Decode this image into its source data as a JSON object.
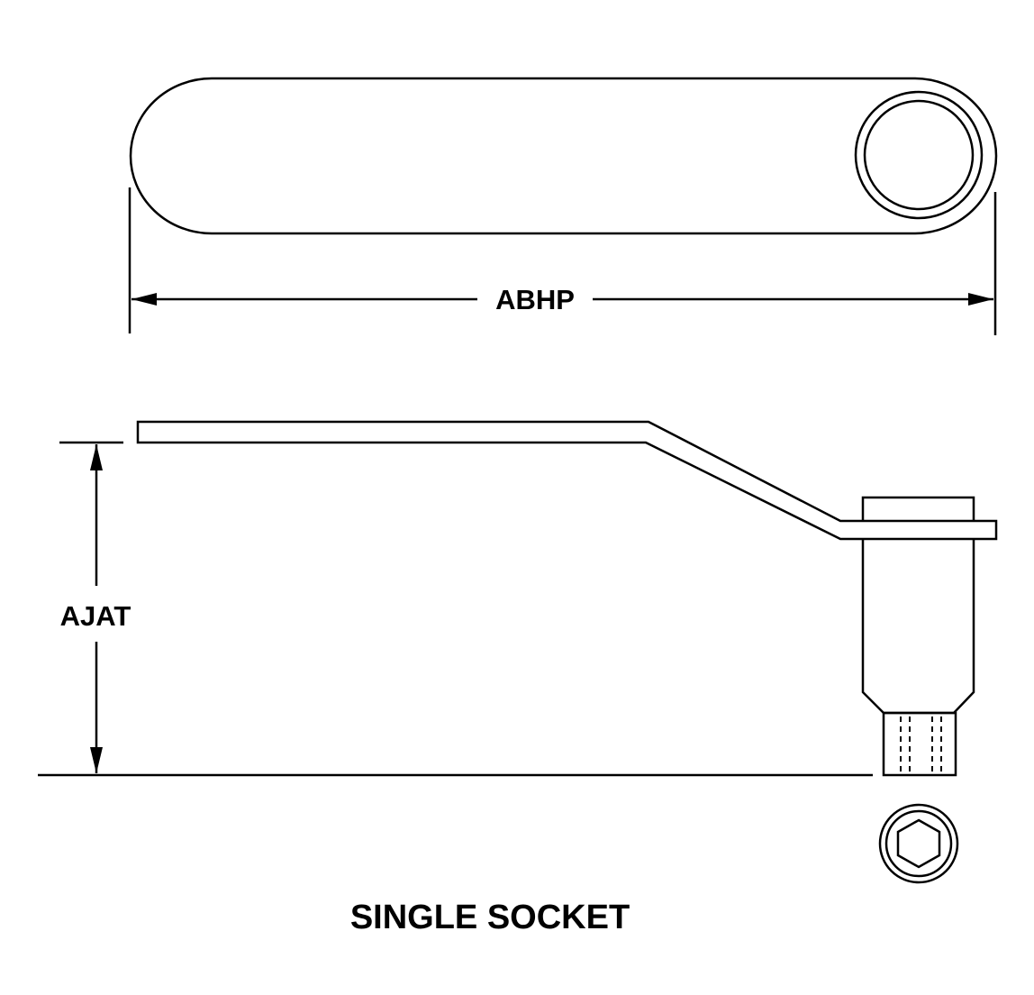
{
  "labels": {
    "length_dimension": "ABHP",
    "height_dimension": "AJAT",
    "caption": "SINGLE SOCKET"
  },
  "colors": {
    "stroke": "#000000",
    "background": "#ffffff"
  }
}
